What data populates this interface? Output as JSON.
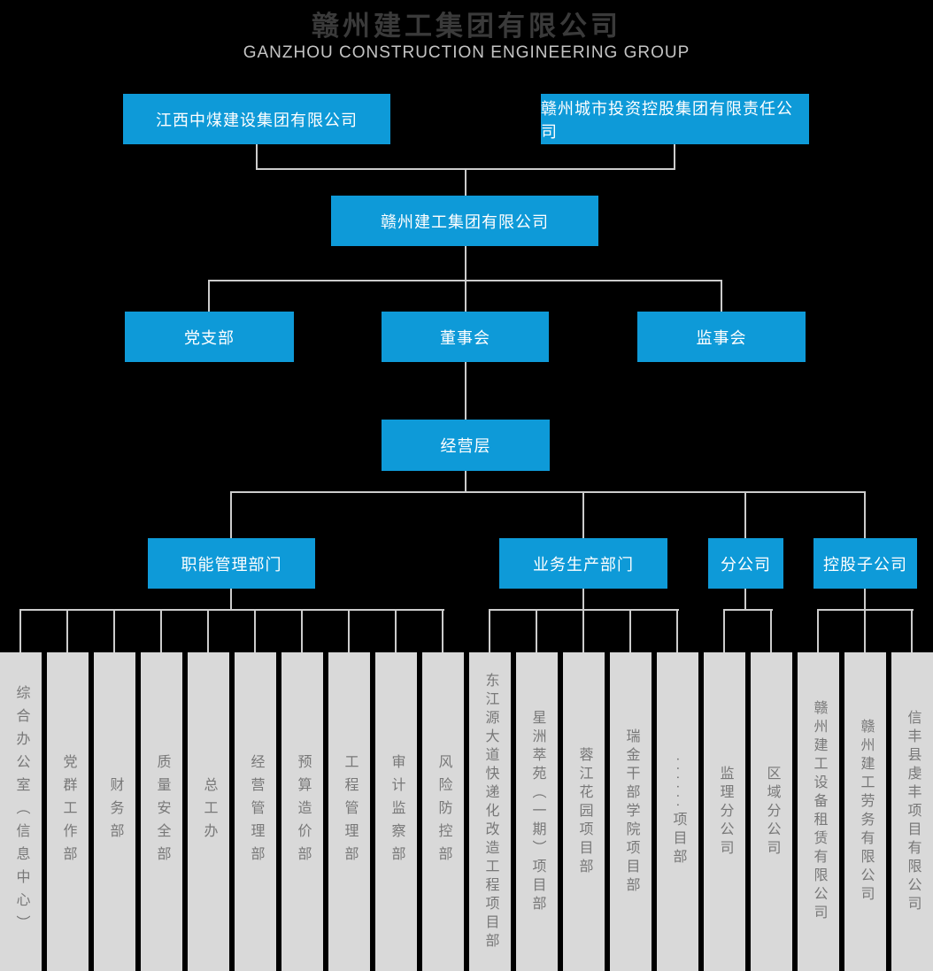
{
  "title": "赣州建工集团有限公司",
  "subtitle": "GANZHOU CONSTRUCTION ENGINEERING GROUP",
  "colors": {
    "accent_blue": "#0e9ad8",
    "background": "#000000",
    "connector_line": "#cccccc",
    "column_bg": "#d9d9d9",
    "column_text": "#787878",
    "title_text": "#3a3a3a",
    "subtitle_text": "#c4c4c4",
    "node_text": "#ffffff"
  },
  "org": {
    "parents": [
      {
        "label": "江西中煤建设集团有限公司"
      },
      {
        "label": "赣州城市投资控股集团有限责任公司"
      }
    ],
    "company": {
      "label": "赣州建工集团有限公司"
    },
    "governance": [
      {
        "label": "党支部"
      },
      {
        "label": "董事会"
      },
      {
        "label": "监事会"
      }
    ],
    "management": {
      "label": "经营层"
    },
    "groups": [
      {
        "label": "职能管理部门",
        "children": [
          "综合办公室（信息中心）",
          "党群工作部",
          "财务部",
          "质量安全部",
          "总工办",
          "经营管理部",
          "预算造价部",
          "工程管理部",
          "审计监察部",
          "风险防控部"
        ]
      },
      {
        "label": "业务生产部门",
        "children": [
          "东江源大道快递化改造工程项目部",
          "星洲萃苑（一期）项目部",
          "蓉江花园项目部",
          "瑞金干部学院项目部",
          "······项目部"
        ]
      },
      {
        "label": "分公司",
        "children": [
          "监理分公司",
          "区域分公司"
        ]
      },
      {
        "label": "控股子公司",
        "children": [
          "赣州建工设备租赁有限公司",
          "赣州建工劳务有限公司",
          "信丰县虔丰项目有限公司"
        ]
      }
    ]
  }
}
